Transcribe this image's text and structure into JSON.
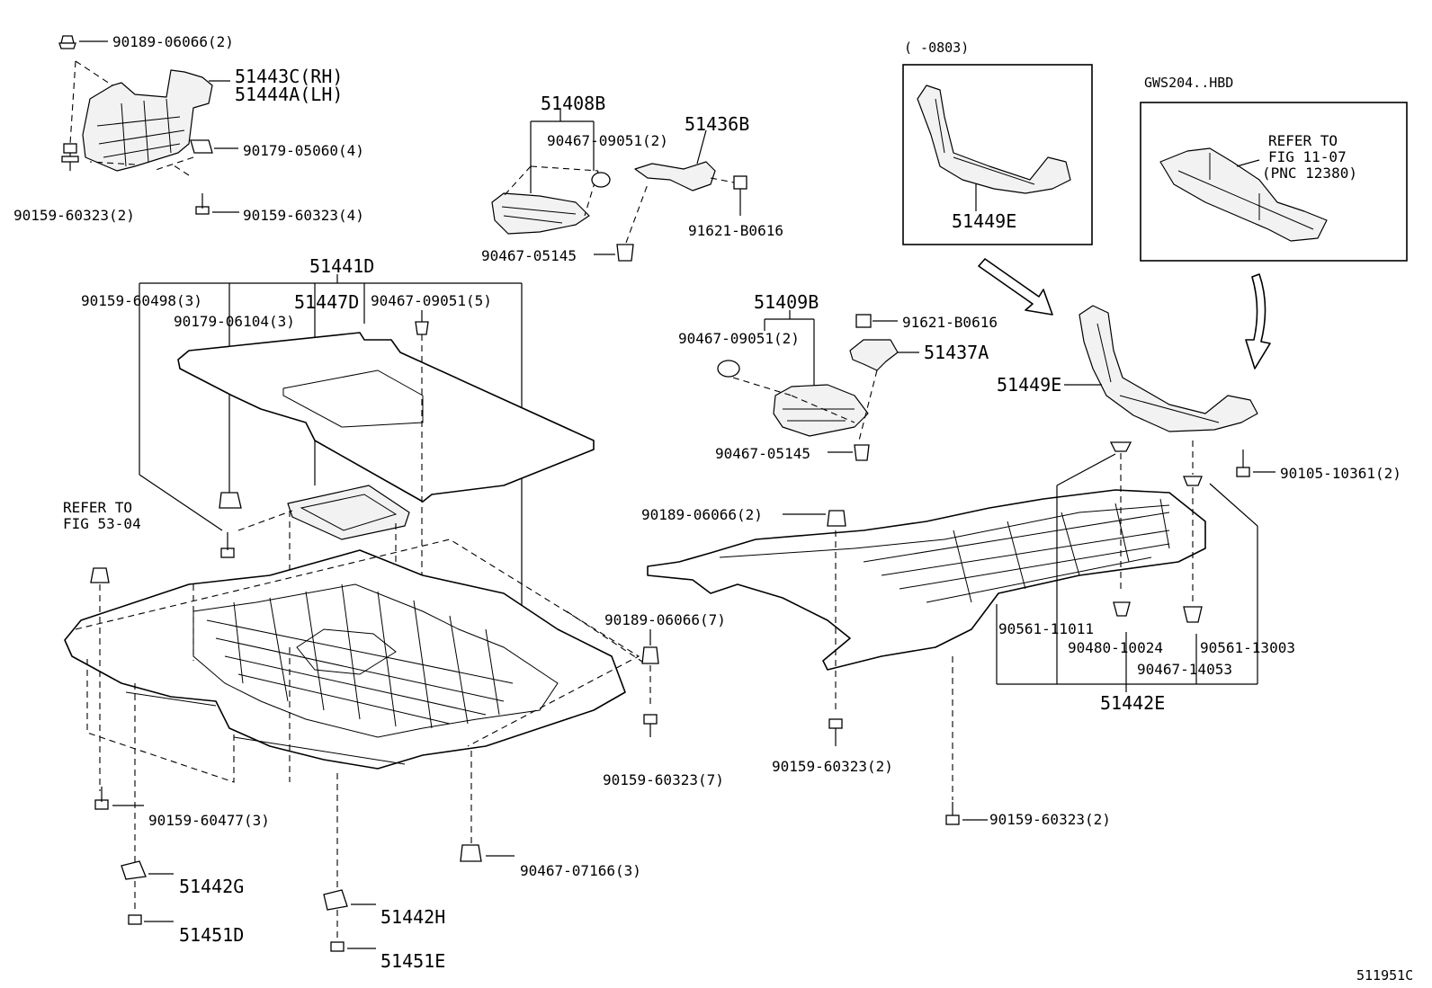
{
  "labels": {
    "p_51443C": "51443C(RH)",
    "p_51444A": "51444A(LH)",
    "p_90189_06066_2_top": "90189-06066(2)",
    "p_90179_05060": "90179-05060(4)",
    "p_90159_60323_2_left": "90159-60323(2)",
    "p_90159_60323_4": "90159-60323(4)",
    "p_51408B": "51408B",
    "p_90467_09051_2_a": "90467-09051(2)",
    "p_51436B": "51436B",
    "p_91621_B0616_a": "91621-B0616",
    "p_90467_05145_a": "90467-05145",
    "p_51441D": "51441D",
    "p_90159_60498": "90159-60498(3)",
    "p_90179_06104": "90179-06104(3)",
    "p_51447D": "51447D",
    "p_90467_09051_5": "90467-09051(5)",
    "p_51409B": "51409B",
    "p_91621_B0616_b": "91621-B0616",
    "p_90467_09051_2_b": "90467-09051(2)",
    "p_51437A": "51437A",
    "p_90467_05145_b": "90467-05145",
    "p_51449E_box": "51449E",
    "p_51449E_main": "51449E",
    "p_90105_10361": "90105-10361(2)",
    "refer_53_line1": "REFER TO",
    "refer_53_line2": "FIG 53-04",
    "p_90189_06066_2_mid": "90189-06066(2)",
    "p_90189_06066_7": "90189-06066(7)",
    "p_90159_60323_7": "90159-60323(7)",
    "p_90561_11011": "90561-11011",
    "p_90480_10024": "90480-10024",
    "p_90561_13003": "90561-13003",
    "p_90467_14053": "90467-14053",
    "p_51442E": "51442E",
    "p_90159_60323_2_mid": "90159-60323(2)",
    "p_90159_60323_2_right": "90159-60323(2)",
    "p_90159_60477": "90159-60477(3)",
    "p_90467_07166": "90467-07166(3)",
    "p_51442G": "51442G",
    "p_51451D": "51451D",
    "p_51442H": "51442H",
    "p_51451E": "51451E",
    "cond_0803": "(   -0803)",
    "cond_gws": "GWS204..HBD",
    "refer_11_line1": "REFER TO",
    "refer_11_line2": "FIG 11-07",
    "refer_11_line3": "(PNC 12380)",
    "illustration_code": "511951C"
  }
}
